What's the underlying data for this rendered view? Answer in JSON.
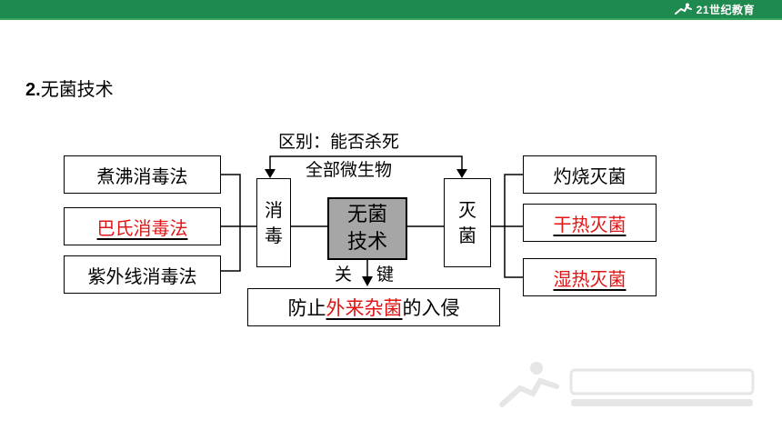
{
  "header": {
    "logo_text": "21世纪教育"
  },
  "section": {
    "title_num": "2.",
    "title_text": "无菌技术"
  },
  "diagram": {
    "top_label": "区别：能否杀死",
    "top_sublabel": "全部微生物",
    "left_group_label": [
      "消",
      "毒"
    ],
    "center_label": [
      "无菌",
      "技术"
    ],
    "right_group_label": [
      "灭",
      "菌"
    ],
    "key_label_left": "关",
    "key_label_right": "键",
    "disinfection_methods": [
      {
        "label": "煮沸消毒法",
        "is_answer": false
      },
      {
        "label": "巴氏消毒法",
        "is_answer": true
      },
      {
        "label": "紫外线消毒法",
        "is_answer": false
      }
    ],
    "sterilization_methods": [
      {
        "label": "灼烧灭菌",
        "is_answer": false
      },
      {
        "label": "干热灭菌",
        "is_answer": true
      },
      {
        "label": "湿热灭菌",
        "is_answer": true
      }
    ],
    "bottom": {
      "prefix": "防止",
      "answer": "外来杂菌",
      "suffix": "的入侵"
    }
  },
  "colors": {
    "answer": "#e01515",
    "header": "#1f8a4f",
    "center_fill": "#a6a6a6"
  }
}
